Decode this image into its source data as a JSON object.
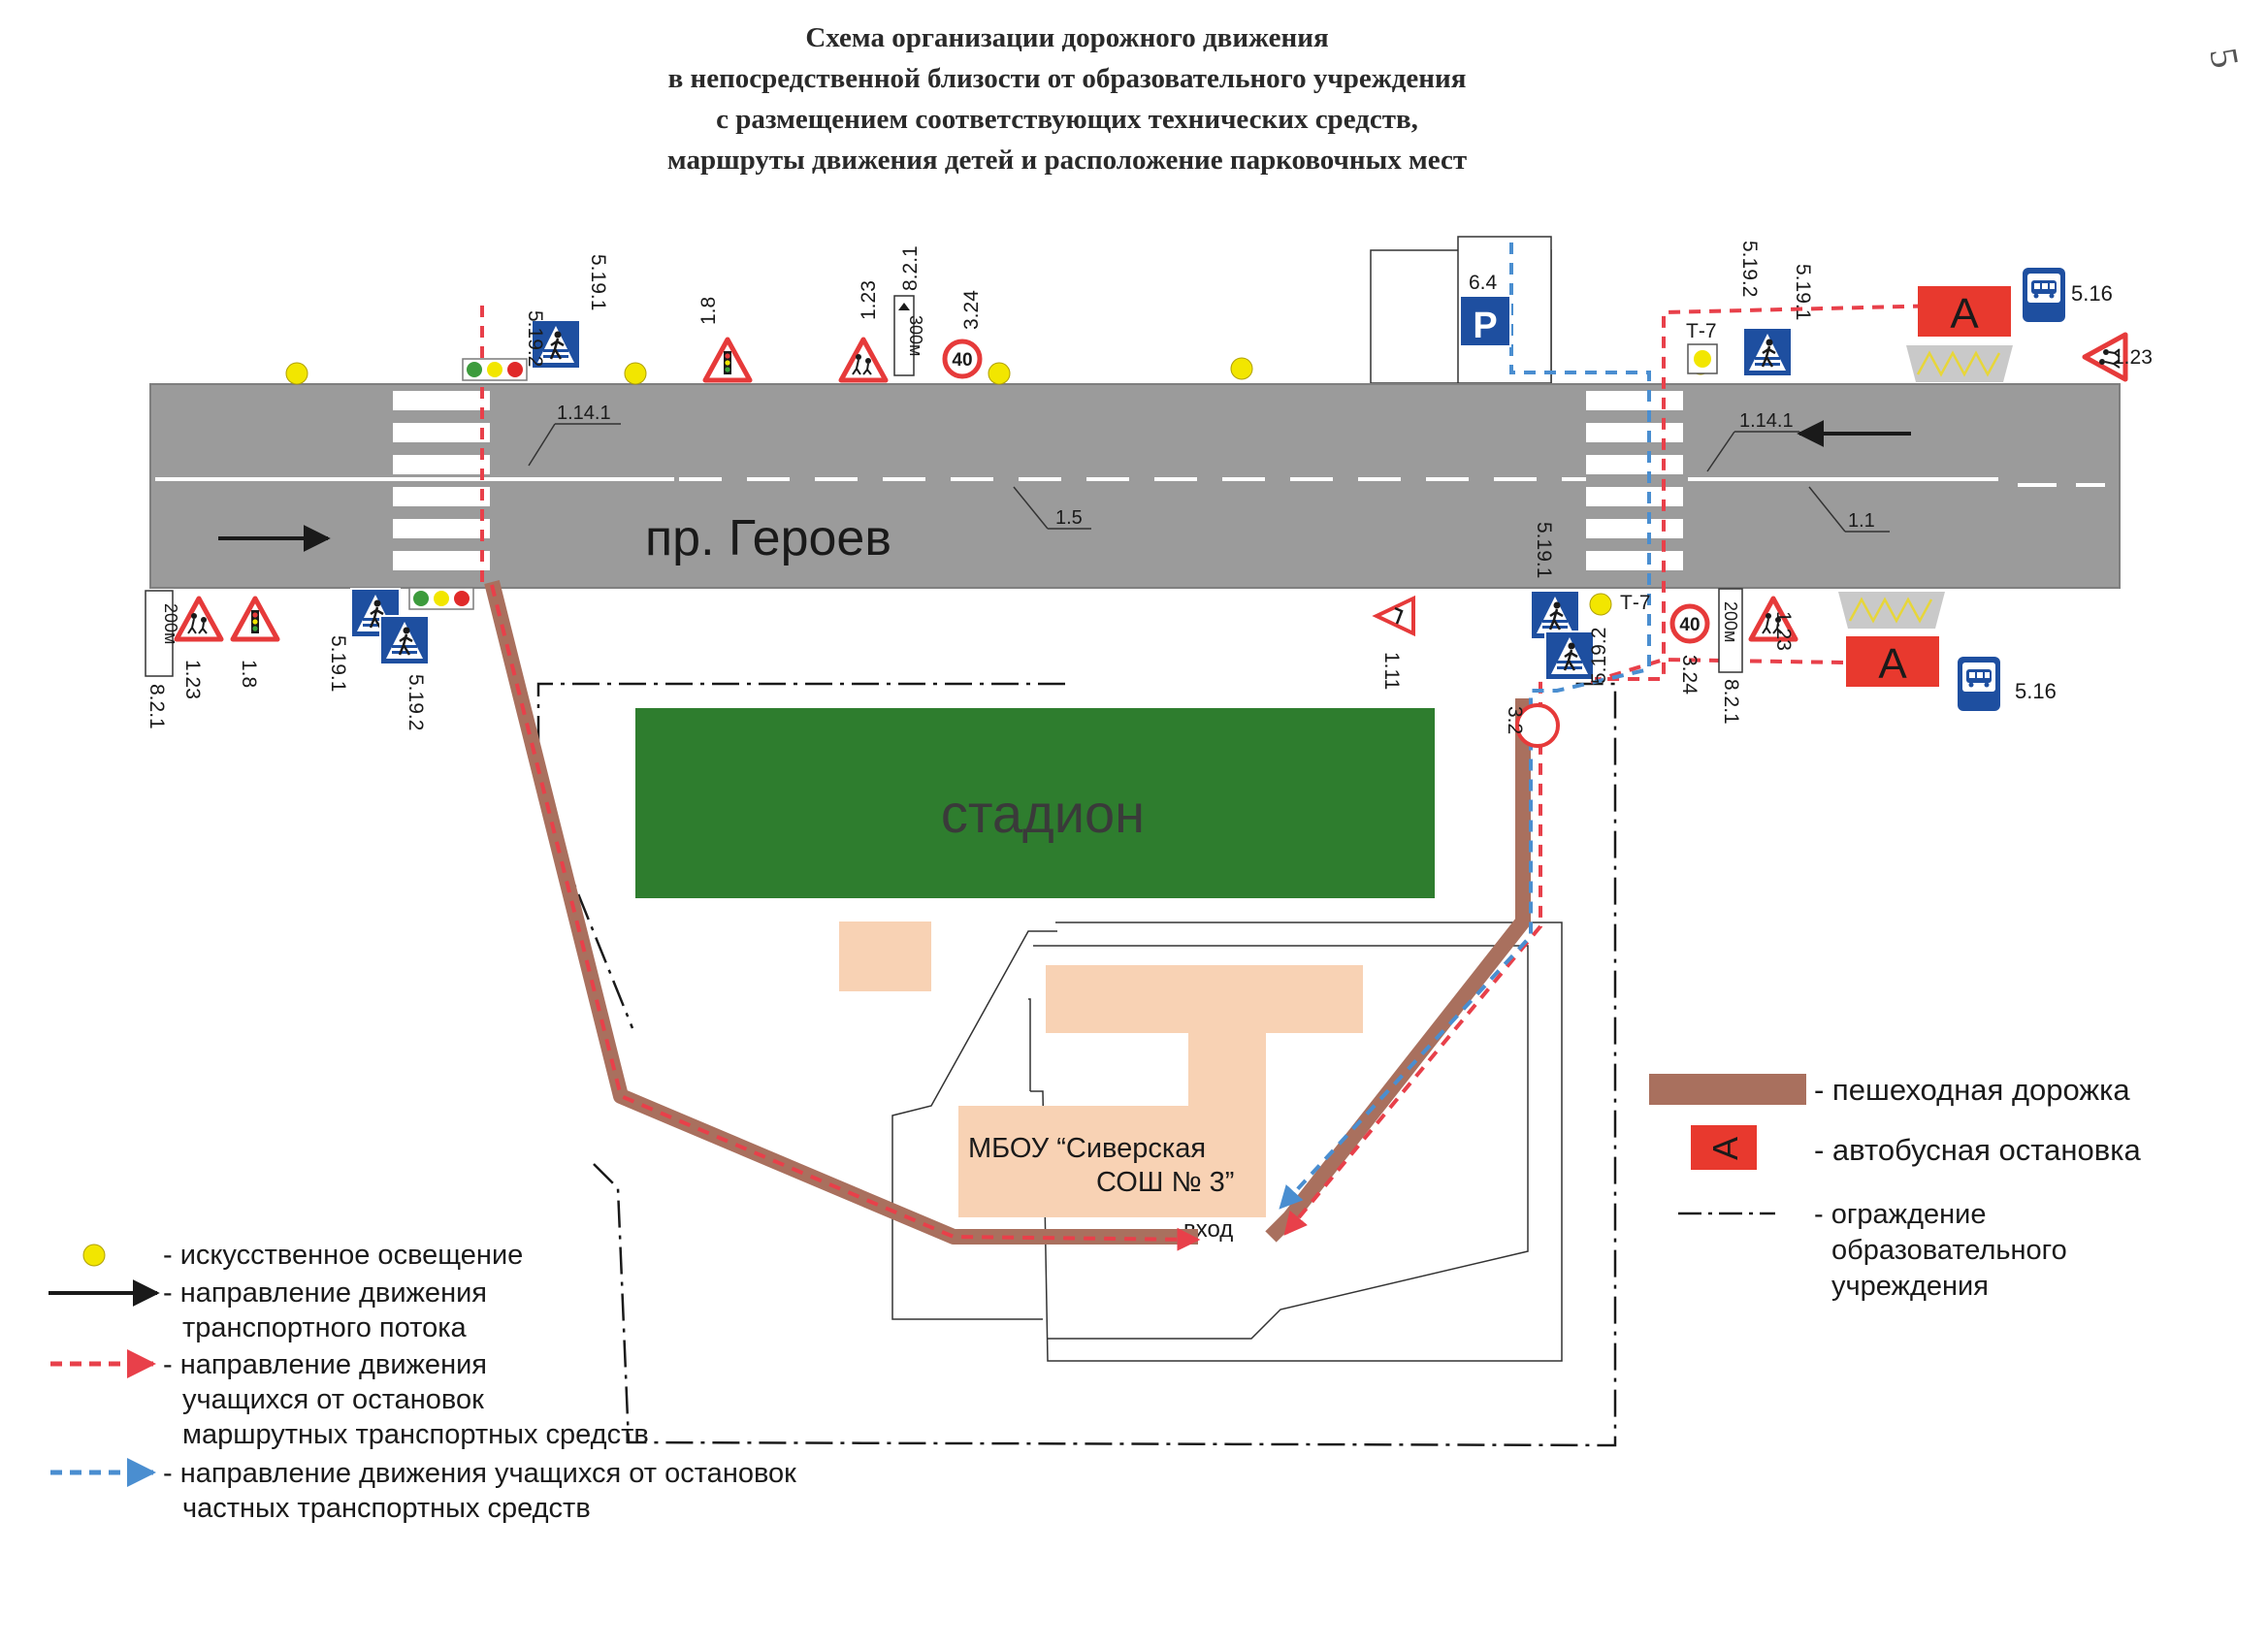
{
  "title": {
    "line1": "Схема организации дорожного движения",
    "line2": "в непосредственной близости от образовательного учреждения",
    "line3": "с размещением соответствующих технических средств,",
    "line4": "маршруты движения детей и расположение парковочных мест"
  },
  "page_mark": "5",
  "street": "пр. Героев",
  "stadium": "стадион",
  "school": {
    "line1": "МБОУ “Сиверская",
    "line2": "СОШ № 3”",
    "entrance": "вход"
  },
  "markings": {
    "zebra_left": "1.14.1",
    "zebra_right": "1.14.1",
    "dashed": "1.5",
    "solid": "1.1"
  },
  "signs": {
    "s5_19_1": "5.19.1",
    "s5_19_2": "5.19.2",
    "s1_8": "1.8",
    "s1_23": "1.23",
    "s8_2_1": "8.2.1",
    "s3_24": "3.24",
    "s6_4": "6.4",
    "s5_16": "5.16",
    "s1_11": "1.11",
    "s3_2": "3.2",
    "t7": "Т-7",
    "speed": "40",
    "dist_300": "300м",
    "dist_200": "200м",
    "parking_letter": "P",
    "bus_letter": "А"
  },
  "legend_left": {
    "lighting": "- искусственное освещение",
    "traffic_1": "- направление движения",
    "traffic_2": "транспортного потока",
    "route_1": "- направление движения",
    "route_2": "учащихся от остановок",
    "route_3": "маршрутных транспортных средств",
    "private_1": "- направление движения учащихся от остановок",
    "private_2": "частных транспортных средств"
  },
  "legend_right": {
    "walkway": "- пешеходная дорожка",
    "bus_stop": "- автобусная остановка",
    "fence_1": "- ограждение",
    "fence_2": "образовательного",
    "fence_3": "учреждения"
  },
  "colors": {
    "road": "#9b9b9b",
    "stadium": "#2e7d2e",
    "building": "#f8d2b4",
    "walkway": "#a9705e",
    "route_red": "#e8404a",
    "route_blue": "#4a8ed0",
    "sign_blue": "#1e4fa0",
    "bus_stop": "#e8392e",
    "lamp": "#f2e600"
  }
}
